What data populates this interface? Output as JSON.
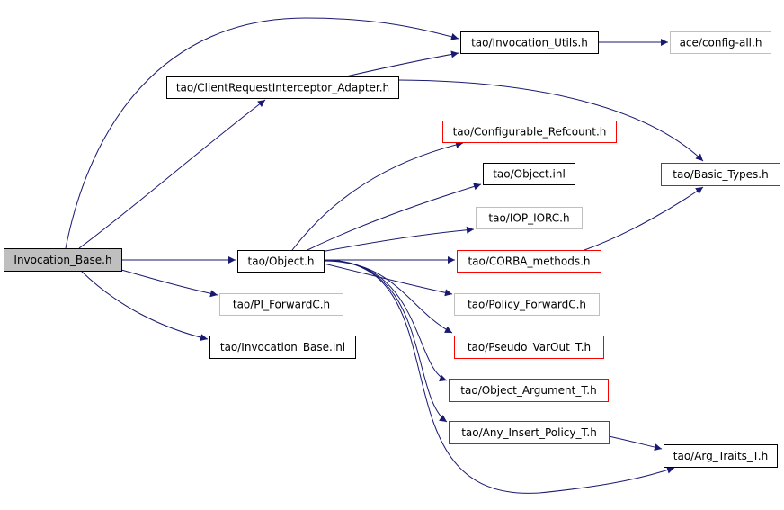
{
  "colors": {
    "edge": "#191970",
    "border_black": "#000000",
    "border_red": "#ff0000",
    "border_gray": "#bfbfbf",
    "root_fill": "#bfbfbf",
    "node_fill": "#ffffff"
  },
  "nodes": [
    {
      "id": "invocation_base",
      "label": "Invocation_Base.h",
      "style": "root"
    },
    {
      "id": "invocation_utils",
      "label": "tao/Invocation_Utils.h",
      "style": "black"
    },
    {
      "id": "config_all",
      "label": "ace/config-all.h",
      "style": "gray"
    },
    {
      "id": "cri_adapter",
      "label": "tao/ClientRequestInterceptor_Adapter.h",
      "style": "black"
    },
    {
      "id": "configurable_refcount",
      "label": "tao/Configurable_Refcount.h",
      "style": "red"
    },
    {
      "id": "basic_types",
      "label": "tao/Basic_Types.h",
      "style": "red"
    },
    {
      "id": "object_inl",
      "label": "tao/Object.inl",
      "style": "black"
    },
    {
      "id": "iop_iorc",
      "label": "tao/IOP_IORC.h",
      "style": "gray"
    },
    {
      "id": "object_h",
      "label": "tao/Object.h",
      "style": "black"
    },
    {
      "id": "corba_methods",
      "label": "tao/CORBA_methods.h",
      "style": "red"
    },
    {
      "id": "pi_forwardc",
      "label": "tao/PI_ForwardC.h",
      "style": "gray"
    },
    {
      "id": "policy_forwardc",
      "label": "tao/Policy_ForwardC.h",
      "style": "gray"
    },
    {
      "id": "invocation_base_inl",
      "label": "tao/Invocation_Base.inl",
      "style": "black"
    },
    {
      "id": "pseudo_varout",
      "label": "tao/Pseudo_VarOut_T.h",
      "style": "red"
    },
    {
      "id": "object_argument",
      "label": "tao/Object_Argument_T.h",
      "style": "red"
    },
    {
      "id": "any_insert_policy",
      "label": "tao/Any_Insert_Policy_T.h",
      "style": "red"
    },
    {
      "id": "arg_traits",
      "label": "tao/Arg_Traits_T.h",
      "style": "black"
    }
  ],
  "edges": [
    {
      "from": "invocation_base",
      "to": "invocation_utils"
    },
    {
      "from": "invocation_base",
      "to": "cri_adapter"
    },
    {
      "from": "invocation_base",
      "to": "object_h"
    },
    {
      "from": "invocation_base",
      "to": "pi_forwardc"
    },
    {
      "from": "invocation_base",
      "to": "invocation_base_inl"
    },
    {
      "from": "invocation_utils",
      "to": "config_all"
    },
    {
      "from": "cri_adapter",
      "to": "invocation_utils"
    },
    {
      "from": "cri_adapter",
      "to": "basic_types"
    },
    {
      "from": "object_h",
      "to": "configurable_refcount"
    },
    {
      "from": "object_h",
      "to": "object_inl"
    },
    {
      "from": "object_h",
      "to": "iop_iorc"
    },
    {
      "from": "object_h",
      "to": "corba_methods"
    },
    {
      "from": "object_h",
      "to": "policy_forwardc"
    },
    {
      "from": "object_h",
      "to": "pseudo_varout"
    },
    {
      "from": "object_h",
      "to": "object_argument"
    },
    {
      "from": "object_h",
      "to": "any_insert_policy"
    },
    {
      "from": "object_h",
      "to": "arg_traits"
    },
    {
      "from": "corba_methods",
      "to": "basic_types"
    },
    {
      "from": "any_insert_policy",
      "to": "arg_traits"
    }
  ]
}
